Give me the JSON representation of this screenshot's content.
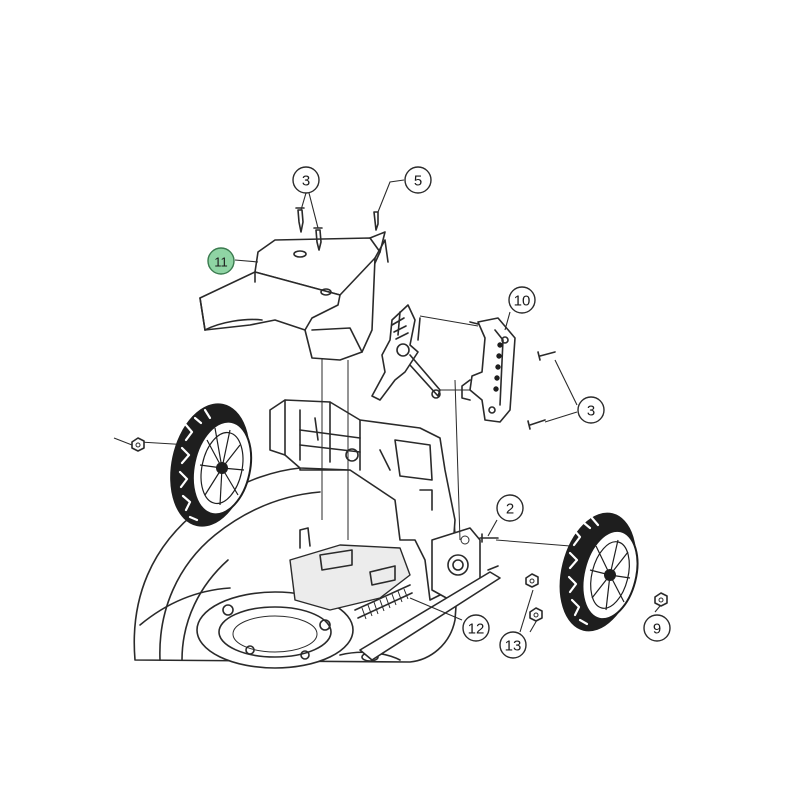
{
  "callouts": [
    {
      "label": "3",
      "highlight": false
    },
    {
      "label": "5",
      "highlight": false
    },
    {
      "label": "11",
      "highlight": true
    },
    {
      "label": "10",
      "highlight": false
    },
    {
      "label": "3",
      "highlight": false
    },
    {
      "label": "2",
      "highlight": false
    },
    {
      "label": "12",
      "highlight": false
    },
    {
      "label": "13",
      "highlight": false
    },
    {
      "label": "9",
      "highlight": false
    }
  ],
  "colors": {
    "line": "#2a2a2a",
    "highlight_fill": "#8fd4a4",
    "background": "#ffffff"
  }
}
